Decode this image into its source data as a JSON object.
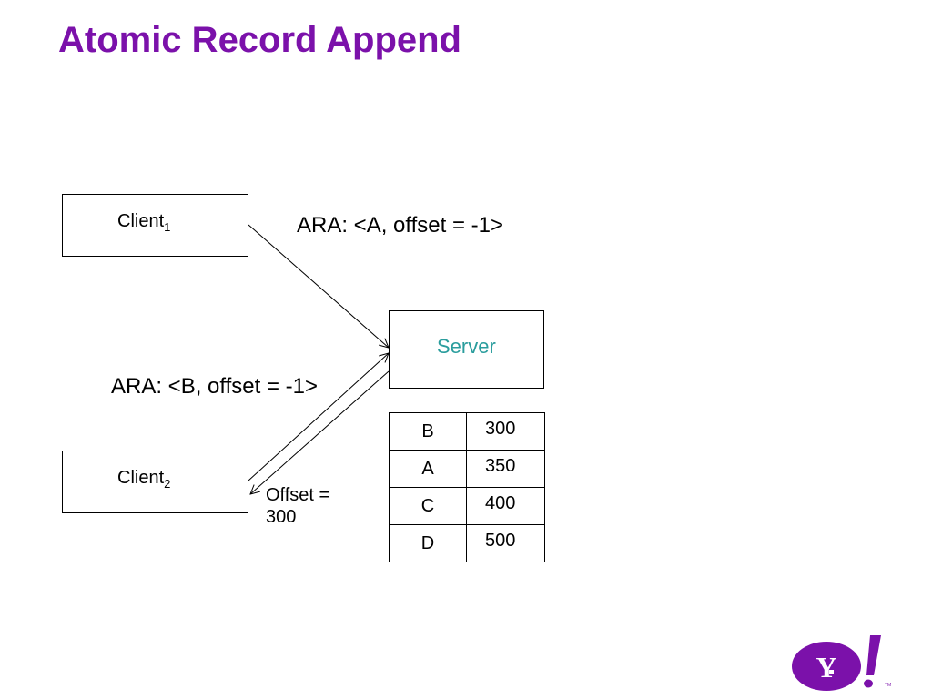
{
  "slide": {
    "title": "Atomic Record Append"
  },
  "diagram": {
    "client1": {
      "name": "Client",
      "subscript": "1"
    },
    "client2": {
      "name": "Client",
      "subscript": "2"
    },
    "server": {
      "label": "Server"
    },
    "messages": {
      "from_client1": "ARA: <A, offset = -1>",
      "from_client2": "ARA: <B, offset = -1>",
      "reply_to_client2_line1": "Offset =",
      "reply_to_client2_line2": "300"
    },
    "records": [
      {
        "record": "B",
        "offset": "300"
      },
      {
        "record": "A",
        "offset": "350"
      },
      {
        "record": "C",
        "offset": "400"
      },
      {
        "record": "D",
        "offset": "500"
      }
    ]
  },
  "logo": {
    "text": "Y!",
    "brand": "Yahoo!",
    "color": "#7B11AA"
  },
  "colors": {
    "title": "#7B11AA",
    "server_label": "#2A9D9D"
  }
}
